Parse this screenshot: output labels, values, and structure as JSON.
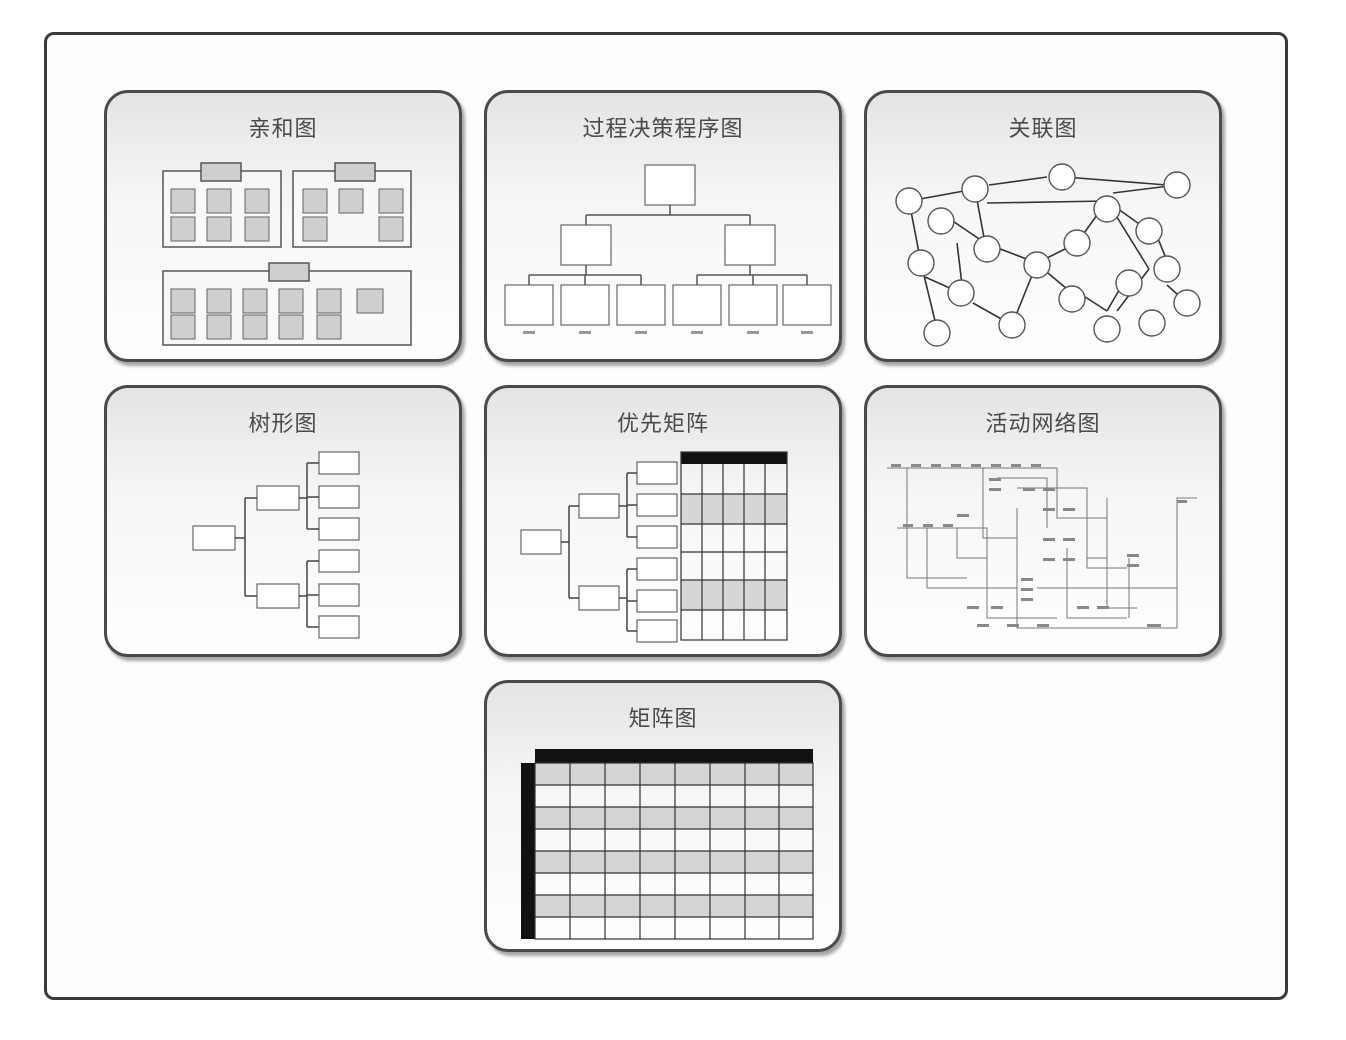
{
  "cards": {
    "affinity": {
      "title": "亲和图"
    },
    "pdpc": {
      "title": "过程决策程序图"
    },
    "relation": {
      "title": "关联图"
    },
    "tree": {
      "title": "树形图"
    },
    "priority": {
      "title": "优先矩阵"
    },
    "network": {
      "title": "活动网络图"
    },
    "matrix": {
      "title": "矩阵图"
    }
  }
}
